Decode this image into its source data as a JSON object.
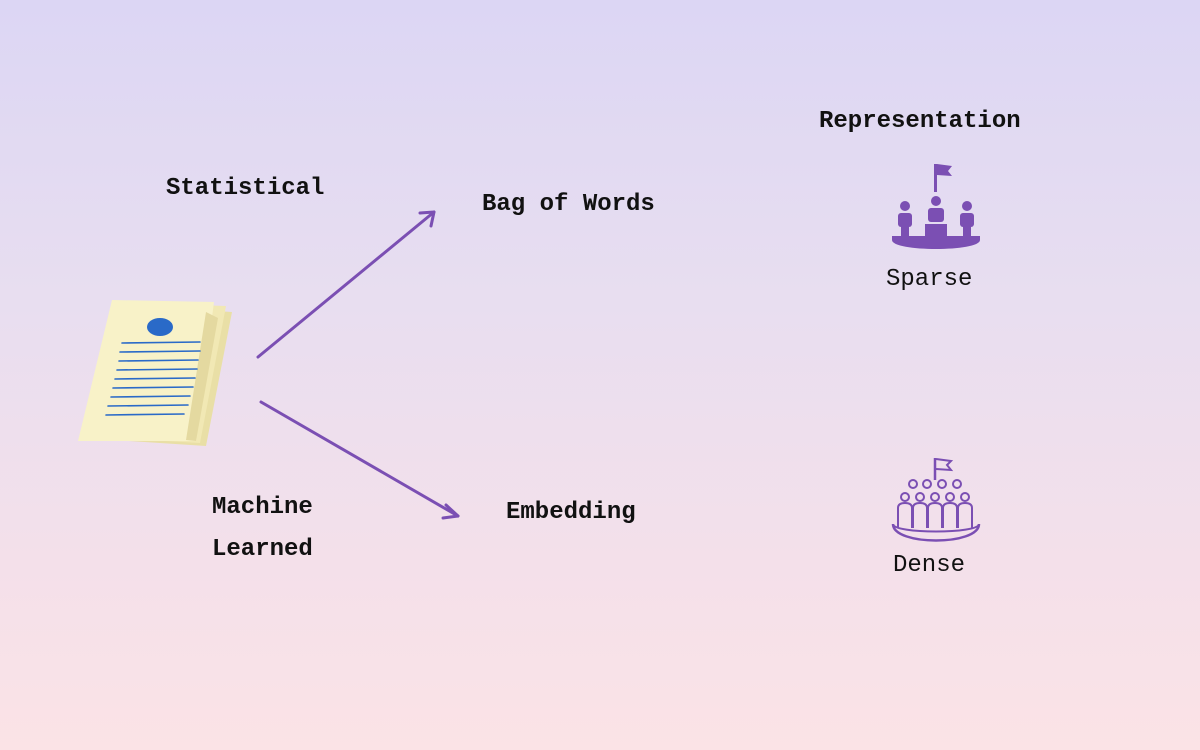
{
  "labels": {
    "statistical": "Statistical",
    "machine_line1": "Machine",
    "machine_line2": "Learned",
    "bag_of_words": "Bag of Words",
    "embedding": "Embedding",
    "representation": "Representation",
    "sparse": "Sparse",
    "dense": "Dense"
  },
  "icons": {
    "document": "document-icon",
    "sparse": "sparse-group-icon",
    "dense": "dense-crowd-icon"
  },
  "colors": {
    "accent": "#7b4fb3",
    "paper": "#f8f2c8",
    "paper_shadow": "#e9dfa6",
    "ink": "#2a6ac8",
    "text": "#111111"
  }
}
